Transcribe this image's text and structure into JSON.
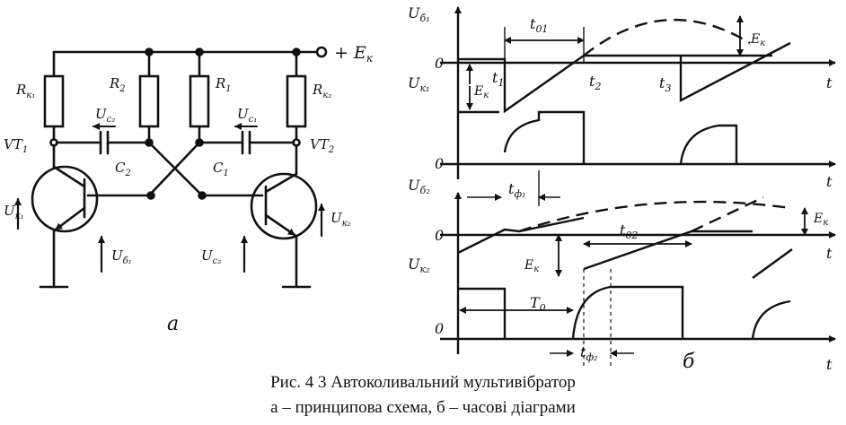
{
  "circuit": {
    "supply_label": "+ E",
    "supply_sub": "к",
    "resistors": [
      {
        "main": "R",
        "sub": "к₁"
      },
      {
        "main": "R",
        "sub": "2"
      },
      {
        "main": "R",
        "sub": "1"
      },
      {
        "main": "R",
        "sub": "к₂"
      }
    ],
    "capacitors": [
      {
        "main": "C",
        "sub": "2"
      },
      {
        "main": "C",
        "sub": "1"
      }
    ],
    "cap_voltages": [
      {
        "main": "U",
        "sub": "c₂"
      },
      {
        "main": "U",
        "sub": "c₁"
      }
    ],
    "transistors": [
      {
        "main": "VT",
        "sub": "1"
      },
      {
        "main": "VT",
        "sub": "2"
      }
    ],
    "voltages": [
      {
        "main": "U",
        "sub": "к₁"
      },
      {
        "main": "U",
        "sub": "б₁"
      },
      {
        "main": "U",
        "sub": "c₂"
      },
      {
        "main": "U",
        "sub": "к₂"
      }
    ],
    "panel_label": "а"
  },
  "timing": {
    "axis_labels": [
      {
        "main": "U",
        "sub": "б₁"
      },
      {
        "main": "U",
        "sub": "к₁"
      },
      {
        "main": "U",
        "sub": "б₂"
      },
      {
        "main": "U",
        "sub": "к₂"
      }
    ],
    "zero_label": "0",
    "time_label": "t",
    "intervals": [
      {
        "main": "t",
        "sub": "01"
      },
      {
        "main": "t",
        "sub": "ф₁"
      },
      {
        "main": "t",
        "sub": "02"
      },
      {
        "main": "T",
        "sub": "0"
      },
      {
        "main": "t",
        "sub": "ф₂"
      }
    ],
    "instants": [
      {
        "main": "t",
        "sub": "1"
      },
      {
        "main": "t",
        "sub": "2"
      },
      {
        "main": "t",
        "sub": "3"
      }
    ],
    "levels": [
      {
        "main": "E",
        "sub": "к"
      },
      {
        "main": "E",
        "sub": "к"
      },
      {
        "main": "E",
        "sub": "к"
      },
      {
        "main": "E",
        "sub": "к"
      }
    ],
    "panel_label": "б"
  },
  "caption": {
    "line1": "Рис. 4 3  Автоколивальний мультивібратор",
    "line2": "а – принципова схема,  б – часові діаграми"
  }
}
